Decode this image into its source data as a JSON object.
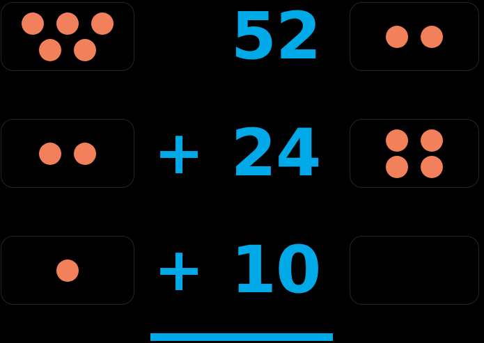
{
  "theme": {
    "background": "#000000",
    "dot_color": "#F2805A",
    "number_color": "#00A9E8",
    "box_border_color": "#262626",
    "rule_color": "#00A9E8"
  },
  "problem": {
    "type": "column-addition",
    "operator": "+",
    "rows": [
      {
        "left_box_dots": 5,
        "left_box_layout": [
          3,
          2
        ],
        "operator": "",
        "number": "52",
        "right_box_dots": 2,
        "right_box_layout": [
          2
        ]
      },
      {
        "left_box_dots": 2,
        "left_box_layout": [
          2
        ],
        "operator": "+",
        "number": "24",
        "right_box_dots": 4,
        "right_box_layout": [
          2,
          2
        ]
      },
      {
        "left_box_dots": 1,
        "left_box_layout": [
          1
        ],
        "operator": "+",
        "number": "10",
        "right_box_dots": 0,
        "right_box_layout": []
      }
    ],
    "sum_rule_visible": true,
    "answer": ""
  },
  "labels": {
    "row_1_number": "52",
    "row_2_number": "24",
    "row_3_number": "10",
    "row_2_operator": "+",
    "row_3_operator": "+"
  }
}
